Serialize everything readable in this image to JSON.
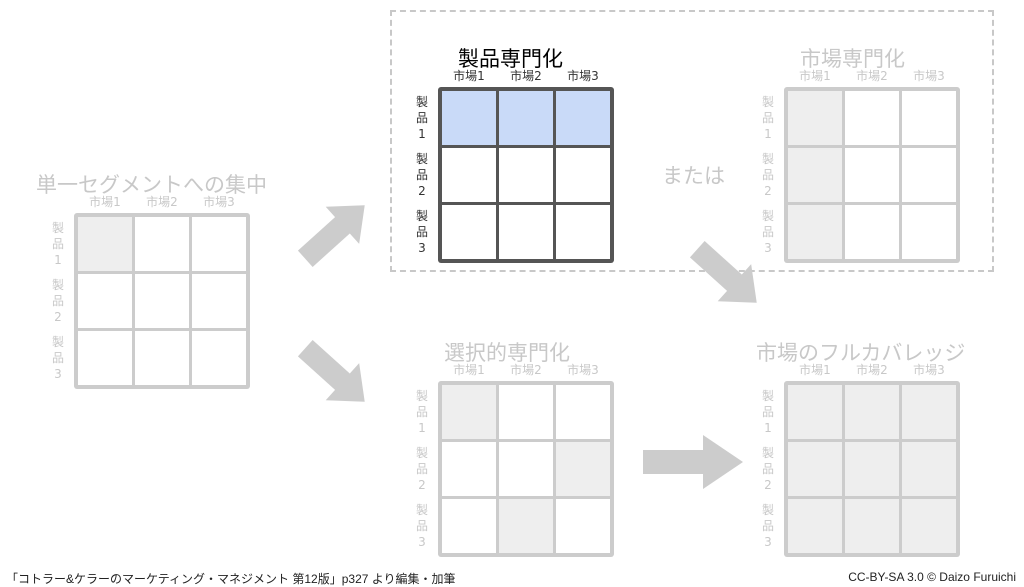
{
  "grids": [
    {
      "title": "単一セグメントへの集中",
      "cols": [
        "市場1",
        "市場2",
        "市場3"
      ],
      "rows": [
        [
          "製",
          "品",
          "1"
        ],
        [
          "製",
          "品",
          "2"
        ],
        [
          "製",
          "品",
          "3"
        ]
      ],
      "filled": [
        [
          1,
          0,
          0
        ],
        [
          0,
          0,
          0
        ],
        [
          0,
          0,
          0
        ]
      ],
      "style": "faded"
    },
    {
      "title": "製品専門化",
      "cols": [
        "市場1",
        "市場2",
        "市場3"
      ],
      "rows": [
        [
          "製",
          "品",
          "1"
        ],
        [
          "製",
          "品",
          "2"
        ],
        [
          "製",
          "品",
          "3"
        ]
      ],
      "filled": [
        [
          1,
          1,
          1
        ],
        [
          0,
          0,
          0
        ],
        [
          0,
          0,
          0
        ]
      ],
      "style": "main"
    },
    {
      "title": "市場専門化",
      "cols": [
        "市場1",
        "市場2",
        "市場3"
      ],
      "rows": [
        [
          "製",
          "品",
          "1"
        ],
        [
          "製",
          "品",
          "2"
        ],
        [
          "製",
          "品",
          "3"
        ]
      ],
      "filled": [
        [
          1,
          0,
          0
        ],
        [
          1,
          0,
          0
        ],
        [
          1,
          0,
          0
        ]
      ],
      "style": "faded"
    },
    {
      "title": "選択的専門化",
      "cols": [
        "市場1",
        "市場2",
        "市場3"
      ],
      "rows": [
        [
          "製",
          "品",
          "1"
        ],
        [
          "製",
          "品",
          "2"
        ],
        [
          "製",
          "品",
          "3"
        ]
      ],
      "filled": [
        [
          1,
          0,
          0
        ],
        [
          0,
          0,
          1
        ],
        [
          0,
          1,
          0
        ]
      ],
      "style": "faded"
    },
    {
      "title": "市場のフルカバレッジ",
      "cols": [
        "市場1",
        "市場2",
        "市場3"
      ],
      "rows": [
        [
          "製",
          "品",
          "1"
        ],
        [
          "製",
          "品",
          "2"
        ],
        [
          "製",
          "品",
          "3"
        ]
      ],
      "filled": [
        [
          1,
          1,
          1
        ],
        [
          1,
          1,
          1
        ],
        [
          1,
          1,
          1
        ]
      ],
      "style": "faded"
    }
  ],
  "or_label": "または",
  "footer": {
    "source": "「コトラー&ケラーのマーケティング・マネジメント 第12版」p327 より編集・加筆",
    "license": "CC-BY-SA 3.0 © Daizo Furuichi"
  },
  "colors": {
    "highlight": "#c9daf8",
    "faded_fill": "#eeeeee",
    "faded_border": "#cccccc",
    "main_border": "#555555",
    "arrow": "#cccccc"
  }
}
